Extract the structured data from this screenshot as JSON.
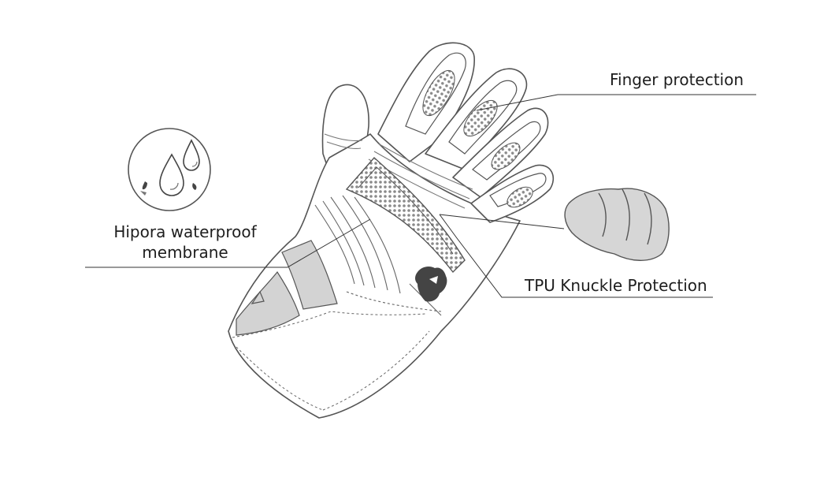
{
  "callouts": {
    "finger": "Finger protection",
    "tpu": "TPU Knuckle Protection",
    "membrane_line1": "Hipora waterproof",
    "membrane_line2": "membrane"
  },
  "icons": {
    "waterproof": "water-drops-icon",
    "logo": "bear-head-logo",
    "fist": "clenched-fist-icon"
  },
  "colors": {
    "outline": "#555555",
    "panel_fill": "#d3d3d3",
    "fist_fill": "#d6d6d6",
    "leader": "#333333",
    "text": "#1e1e1e"
  }
}
